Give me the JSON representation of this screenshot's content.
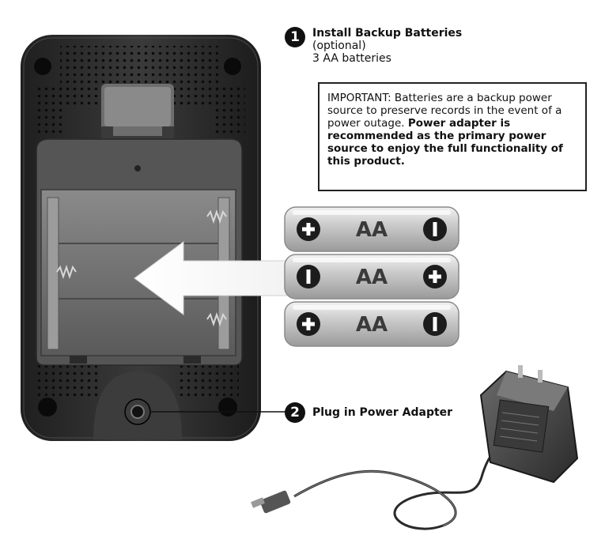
{
  "steps": [
    {
      "number": "1",
      "title": "Install Backup Batteries",
      "lines": [
        "(optional)",
        "3 AA batteries"
      ]
    },
    {
      "number": "2",
      "title": "Plug in Power Adapter"
    }
  ],
  "important_note": {
    "normal": "IMPORTANT: Batteries are a backup power source to preserve records in the event of a power outage. ",
    "bold": "Power adapter is recommended as the primary power source to enjoy the full functionality of this product."
  },
  "batteries": [
    {
      "label": "AA",
      "left_terminal": "+",
      "right_terminal": "-"
    },
    {
      "label": "AA",
      "left_terminal": "-",
      "right_terminal": "+"
    },
    {
      "label": "AA",
      "left_terminal": "+",
      "right_terminal": "-"
    }
  ],
  "icons": {
    "device": "device-back-illustration",
    "arrow": "insert-arrow",
    "battery": "aa-battery-icon",
    "adapter": "power-adapter-illustration"
  }
}
